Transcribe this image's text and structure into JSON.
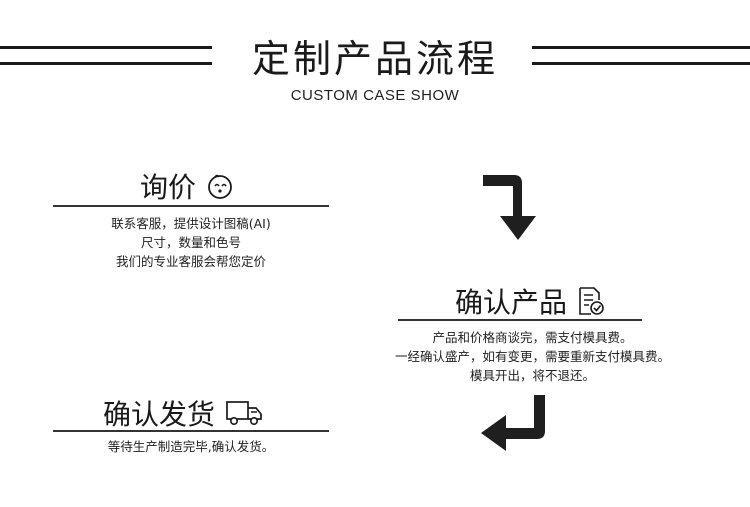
{
  "header": {
    "title": "定制产品流程",
    "subtitle": "CUSTOM CASE SHOW"
  },
  "steps": [
    {
      "title": "询价",
      "icon": "smiley-face-icon",
      "lines": [
        "联系客服，提供设计图稿(AI)",
        "尺寸，数量和色号",
        "我们的专业客服会帮您定价"
      ]
    },
    {
      "title": "确认产品",
      "icon": "document-check-icon",
      "lines": [
        "产品和价格商谈完，需支付模具费。",
        "一经确认盛产，如有变更，需要重新支付模具费。",
        "模具开出，将不退还。"
      ]
    },
    {
      "title": "确认发货",
      "icon": "delivery-truck-icon",
      "lines": [
        "等待生产制造完毕,确认发货。"
      ]
    }
  ],
  "colors": {
    "ink": "#1a1a1a",
    "arrow": "#1f1f1f"
  }
}
